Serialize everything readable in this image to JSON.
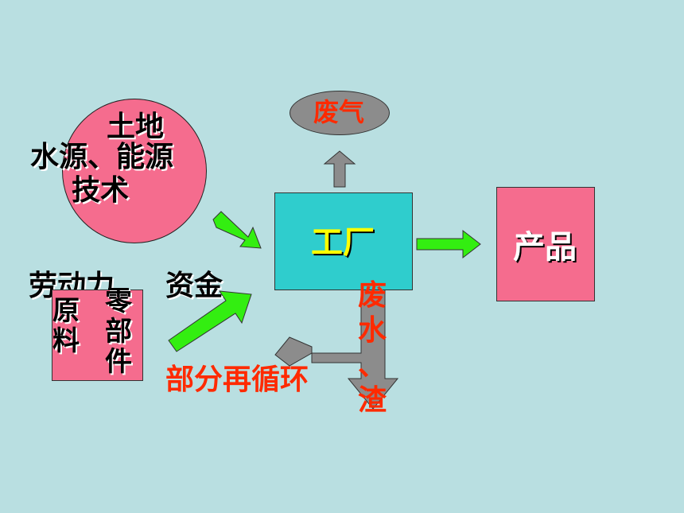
{
  "nodes": {
    "exhaust": "废气",
    "resources_line1": "土地",
    "resources_line2": "水源、能源",
    "resources_line3": "技术",
    "labor": "劳动力",
    "capital": "资金",
    "materials_left": "原料",
    "materials_right": "零部件",
    "factory": "工厂",
    "product": "产品",
    "waste": "废水、渣",
    "recycle": "部分再循环"
  },
  "colors": {
    "background": "#b9dfe1",
    "pink": "#f56c8e",
    "cyan": "#2fcdcd",
    "green_arrow": "#33ee11",
    "gray_arrow": "#8c8c8c",
    "red_text": "#ff2a00",
    "yellow_text": "#ffff00"
  }
}
